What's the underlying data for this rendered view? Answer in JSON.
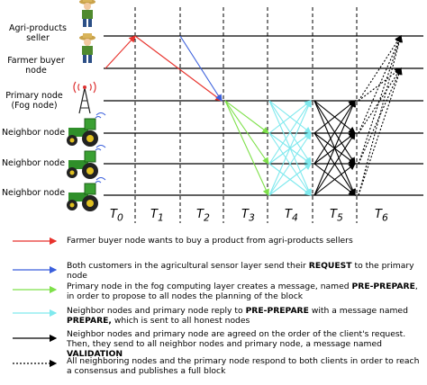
{
  "nodes": [
    {
      "id": "seller",
      "label_line1": "Agri-products",
      "label_line2": "seller"
    },
    {
      "id": "buyer",
      "label_line1": "Farmer buyer",
      "label_line2": "node"
    },
    {
      "id": "primary",
      "label_line1": "Primary node",
      "label_line2": "(Fog node)"
    },
    {
      "id": "neighbor1",
      "label_line1": "Neighbor node",
      "label_line2": ""
    },
    {
      "id": "neighbor2",
      "label_line1": "Neighbor node",
      "label_line2": ""
    },
    {
      "id": "neighbor3",
      "label_line1": "Neighbor node",
      "label_line2": ""
    }
  ],
  "time_steps": [
    {
      "base": "T",
      "sub": "0"
    },
    {
      "base": "T",
      "sub": "1"
    },
    {
      "base": "T",
      "sub": "2"
    },
    {
      "base": "T",
      "sub": "3"
    },
    {
      "base": "T",
      "sub": "4"
    },
    {
      "base": "T",
      "sub": "5"
    },
    {
      "base": "T",
      "sub": "6"
    }
  ],
  "icons": {
    "farmer": "farmer-person-icon",
    "antenna": "radio-antenna-icon",
    "tractor": "tractor-icon"
  },
  "colors": {
    "request_wanted": "#e8322c",
    "request": "#3a5fdc",
    "pre_prepare": "#7ee04a",
    "prepare": "#7fe9ee",
    "validation": "#000000",
    "consensus": "#000000"
  },
  "legend": [
    {
      "style": "solid",
      "color": "#e8322c",
      "parts": [
        {
          "t": "Farmer buyer node wants to buy a product from agri-products sellers",
          "b": false
        }
      ]
    },
    {
      "style": "solid",
      "color": "#3a5fdc",
      "parts": [
        {
          "t": "Both customers in the agricultural sensor layer send their ",
          "b": false
        },
        {
          "t": "REQUEST",
          "b": true
        },
        {
          "t": " to the primary node",
          "b": false
        }
      ]
    },
    {
      "style": "solid",
      "color": "#7ee04a",
      "parts": [
        {
          "t": "Primary node in the fog computing layer creates a message, named ",
          "b": false
        },
        {
          "t": "PRE-PREPARE",
          "b": true
        },
        {
          "t": ", in order to propose to all nodes the planning of the block",
          "b": false
        }
      ]
    },
    {
      "style": "solid",
      "color": "#7fe9ee",
      "parts": [
        {
          "t": "Neighbor nodes and primary node reply to ",
          "b": false
        },
        {
          "t": "PRE-PREPARE",
          "b": true
        },
        {
          "t": " with a message named ",
          "b": false
        },
        {
          "t": "PREPARE,",
          "b": true
        },
        {
          "t": " which is sent to all honest nodes",
          "b": false
        }
      ]
    },
    {
      "style": "solid",
      "color": "#000000",
      "parts": [
        {
          "t": "Neighbor nodes and primary node are agreed on the order of the client's request. Then, they send to all neighbor nodes and primary node, a message named ",
          "b": false
        },
        {
          "t": "VALIDATION",
          "b": true
        }
      ]
    },
    {
      "style": "dotted",
      "color": "#000000",
      "parts": [
        {
          "t": "All neighboring nodes and the primary node respond to both clients in order to reach a consensus and publishes a full block",
          "b": false
        }
      ]
    }
  ]
}
